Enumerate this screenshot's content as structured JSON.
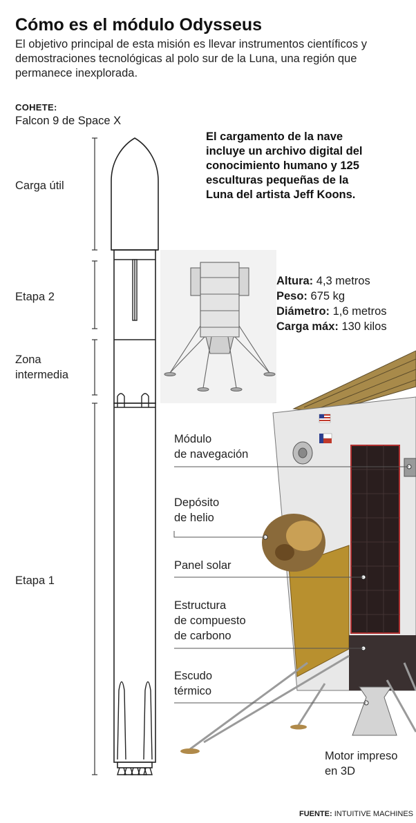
{
  "title": "Cómo es el módulo Odysseus",
  "intro": "El objetivo principal de esta misión es llevar instrumentos científicos y demostraciones tecnológicas al polo sur de la Luna, una región que permanece inexplorada.",
  "rocket": {
    "heading": "COHETE:",
    "name": "Falcon 9 de Space X",
    "segments": [
      {
        "label": "Carga útil"
      },
      {
        "label": "Etapa 2"
      },
      {
        "label_lines": [
          "Zona",
          "intermedia"
        ]
      },
      {
        "label": "Etapa 1"
      }
    ]
  },
  "cargo_note": "El cargamento de la nave incluye un archivo digital del conocimiento humano y 125 esculturas pequeñas de la Luna del artista Jeff Koons.",
  "specs": [
    {
      "key": "Altura:",
      "value": "4,3 metros"
    },
    {
      "key": "Peso:",
      "value": "675 kg"
    },
    {
      "key": "Diámetro:",
      "value": "1,6 metros"
    },
    {
      "key": "Carga máx:",
      "value": "130 kilos"
    }
  ],
  "parts": [
    {
      "lines": [
        "Módulo",
        "de navegación"
      ]
    },
    {
      "lines": [
        "Depósito",
        "de helio"
      ]
    },
    {
      "lines": [
        "Panel solar"
      ]
    },
    {
      "lines": [
        "Estructura",
        "de compuesto",
        "de carbono"
      ]
    },
    {
      "lines": [
        "Escudo",
        "térmico"
      ]
    },
    {
      "lines": [
        "Motor impreso",
        "en 3D"
      ]
    }
  ],
  "source": {
    "key": "FUENTE:",
    "value": "INTUITIVE MACHINES"
  },
  "colors": {
    "text": "#1a1a1a",
    "line": "#555555",
    "panel": "#2a1e1e",
    "gold": "#b8902f"
  }
}
